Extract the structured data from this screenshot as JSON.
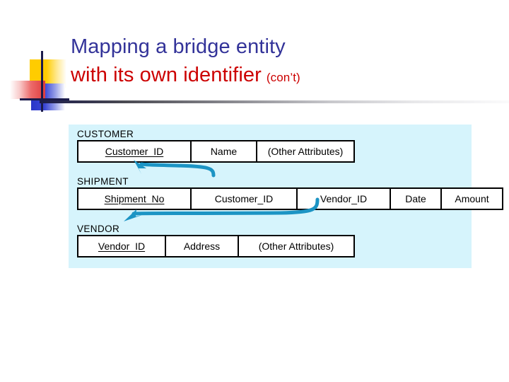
{
  "slide": {
    "title_line1": "Mapping a bridge entity",
    "title_line2": "with its own identifier",
    "title_continued": "(con’t)",
    "colors": {
      "title_blue": "#333399",
      "title_red": "#CC0000",
      "panel_background": "#D6F4FC",
      "arrow_blue": "#1C94C4",
      "logo_yellow": "#FFCC00",
      "logo_red": "#E03C3C",
      "logo_blue": "#2A36C8",
      "logo_cross": "#1B1B4B"
    }
  },
  "diagram": {
    "type": "relational-schema",
    "relations": [
      {
        "name": "CUSTOMER",
        "columns": [
          {
            "label": "Customer_ID",
            "primary_key": true,
            "width": 160
          },
          {
            "label": "Name",
            "primary_key": false,
            "width": 93
          },
          {
            "label": "(Other Attributes)",
            "primary_key": false,
            "width": 136
          }
        ]
      },
      {
        "name": "SHIPMENT",
        "columns": [
          {
            "label": "Shipment_No",
            "primary_key": true,
            "width": 160
          },
          {
            "label": "Customer_ID",
            "primary_key": false,
            "width": 150
          },
          {
            "label": "Vendor_ID",
            "primary_key": false,
            "width": 132
          },
          {
            "label": "Date",
            "primary_key": false,
            "width": 72
          },
          {
            "label": "Amount",
            "primary_key": false,
            "width": 85
          }
        ]
      },
      {
        "name": "VENDOR",
        "columns": [
          {
            "label": "Vendor_ID",
            "primary_key": true,
            "width": 124
          },
          {
            "label": "Address",
            "primary_key": false,
            "width": 103
          },
          {
            "label": "(Other Attributes)",
            "primary_key": false,
            "width": 162
          }
        ]
      }
    ],
    "foreign_keys": [
      {
        "from": "SHIPMENT.Customer_ID",
        "to": "CUSTOMER.Customer_ID"
      },
      {
        "from": "SHIPMENT.Vendor_ID",
        "to": "VENDOR.Vendor_ID"
      }
    ]
  }
}
